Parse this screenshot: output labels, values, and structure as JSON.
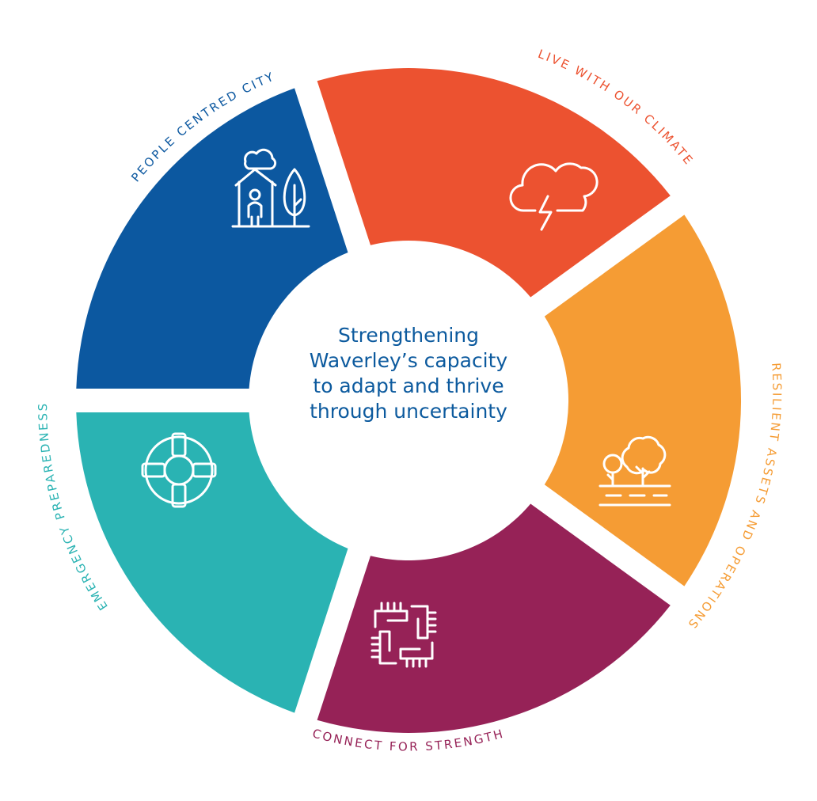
{
  "diagram": {
    "center_lines": [
      "Strengthening",
      "Waverley’s capacity",
      "to adapt and thrive",
      "through uncertainty"
    ],
    "segments": [
      {
        "label": "PEOPLE CENTRED CITY",
        "color": "#0c58a0",
        "icon": "house-person-tree-icon"
      },
      {
        "label": "LIVE WITH OUR CLIMATE",
        "color": "#ec5230",
        "icon": "storm-cloud-icon"
      },
      {
        "label": "RESILIENT ASSETS AND OPERATIONS",
        "color": "#f59c34",
        "icon": "trees-road-icon"
      },
      {
        "label": "CONNECT FOR STRENGTH",
        "color": "#962257",
        "icon": "joined-hands-icon"
      },
      {
        "label": "EMERGENCY PREPAREDNESS",
        "color": "#2ab3b3",
        "icon": "lifebuoy-icon"
      }
    ]
  }
}
